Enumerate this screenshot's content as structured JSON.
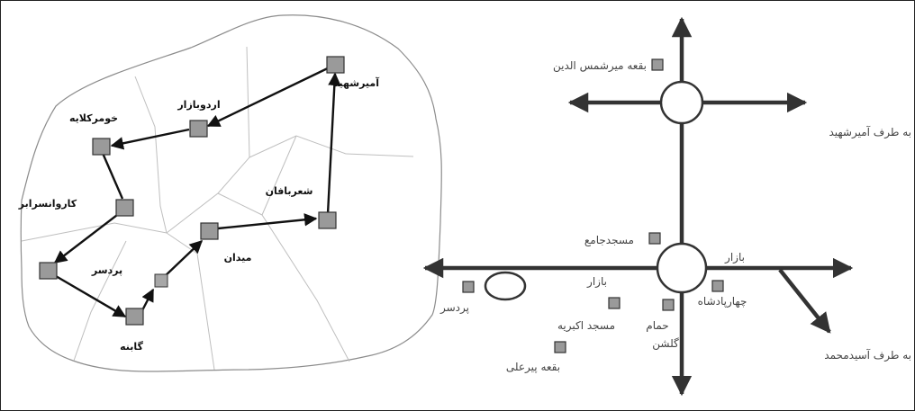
{
  "left_map": {
    "labels": {
      "amirshahid": "آمیرشهید",
      "ordubazar": "اردوبازار",
      "khomerkalaye": "خومرکلایه",
      "karvansarabar": "کاروانسرابر",
      "pardasar": "پردسر",
      "gabneh": "گابنه",
      "meydan": "میدان",
      "sharbafan": "شعربافان"
    }
  },
  "right_map": {
    "labels": {
      "boghe_mirshams": "بقعه میرشمس الدین",
      "toward_amirshahid": "به طرف آمیرشهید",
      "masjed_jame": "مسجدجامع",
      "bazar_right": "بازار",
      "bazar_left": "بازار",
      "pardasar": "پردسر",
      "masjed_akbarieh": "مسجد اکبریه",
      "hammam": "حمام",
      "golshan": "گلشن",
      "chaharpadshah": "چهارپادشاه",
      "toward_asidmohammad": "به طرف آسیدمحمد",
      "boghe_pirali": "بقعه پیرعلی"
    }
  }
}
